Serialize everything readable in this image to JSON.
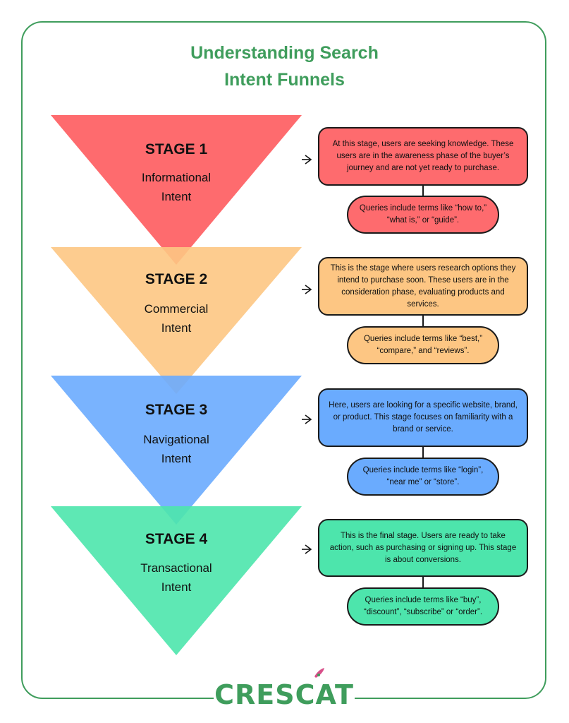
{
  "title_lines": [
    "Understanding Search",
    "Intent Funnels"
  ],
  "stages": [
    {
      "label": "STAGE 1",
      "intent_lines": [
        "Informational",
        "Intent"
      ],
      "color": "#fe6b6e",
      "description": "At this stage, users are seeking knowledge. These users are in the awareness phase of the buyer’s journey and are not yet ready to purchase.",
      "queries": "Queries include terms like “how to,” “what is,” or “guide”."
    },
    {
      "label": "STAGE 2",
      "intent_lines": [
        "Commercial",
        "Intent"
      ],
      "color": "#fdc683",
      "description": "This is the stage where users research options they intend to purchase soon. These users are in the consideration phase, evaluating products and services.",
      "queries": "Queries include terms like “best,” “compare,” and “reviews”."
    },
    {
      "label": "STAGE 3",
      "intent_lines": [
        "Navigational",
        "Intent"
      ],
      "color": "#6aabfe",
      "description": "Here, users are looking for a specific website, brand, or product. This stage focuses on familiarity with a brand or service.",
      "queries": "Queries include terms like “login”, “near me” or “store”."
    },
    {
      "label": "STAGE 4",
      "intent_lines": [
        "Transactional",
        "Intent"
      ],
      "color": "#4de5ac",
      "description": "This is the final stage. Users are ready to take action, such as purchasing or signing up. This stage is about conversions.",
      "queries": "Queries include terms like “buy”, “discount”, “subscribe” or “order”."
    }
  ],
  "logo_text": "CRESCAT",
  "colors": {
    "brand_green": "#3f9d5c",
    "border": "#1a1a1a"
  }
}
